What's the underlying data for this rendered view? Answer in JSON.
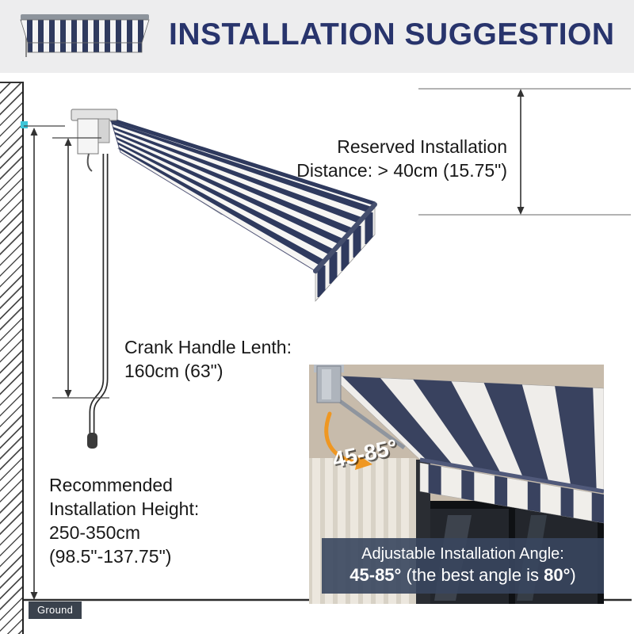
{
  "header": {
    "title": "INSTALLATION SUGGESTION"
  },
  "annotations": {
    "reserved_distance": {
      "line1": "Reserved Installation",
      "line2": "Distance: > 40cm (15.75\")"
    },
    "crank_handle": {
      "line1": "Crank Handle Lenth:",
      "line2": "160cm (63\")"
    },
    "install_height": {
      "line1": "Recommended",
      "line2": "Installation Height:",
      "line3": "250-350cm",
      "line4": "(98.5\"-137.75\")"
    },
    "ground_label": "Ground"
  },
  "inset": {
    "angle_badge": "45-85°",
    "caption": {
      "line1": "Adjustable Installation Angle:",
      "range": "45-85°",
      "mid": " (the best angle is ",
      "best": "80°",
      "close": ")"
    }
  },
  "colors": {
    "title_navy": "#28346c",
    "awning_navy": "#2f3a5e",
    "arc_orange": "#ef9722",
    "caption_bg": "#38465e",
    "teal_marker": "#3ec6d8"
  }
}
